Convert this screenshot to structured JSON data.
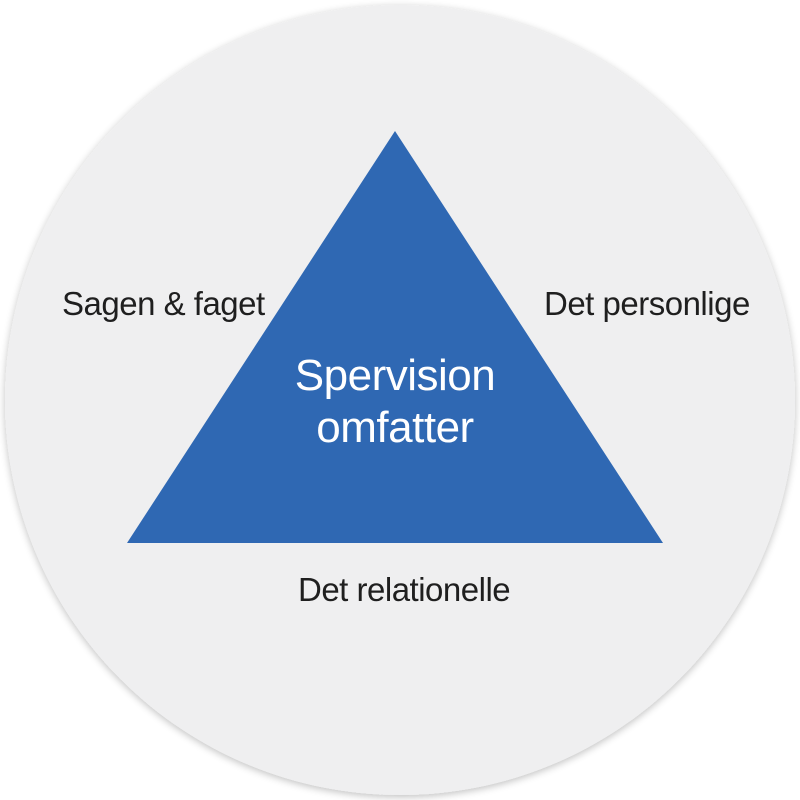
{
  "colors": {
    "circle_fill": "#efeff0",
    "triangle_fill": "#2f68b3",
    "label_text": "#1f1f1f",
    "center_text": "#ffffff"
  },
  "diagram": {
    "center_lines": [
      "Spervision",
      "omfatter"
    ],
    "corner_labels": {
      "left": "Sagen & faget",
      "right": "Det personlige",
      "bottom": "Det relationelle"
    }
  }
}
